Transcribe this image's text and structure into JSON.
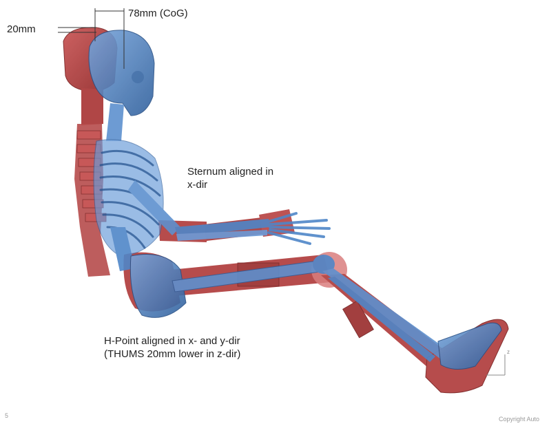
{
  "annotations": {
    "head_offset": "20mm",
    "cog_offset": "78mm (CoG)",
    "sternum_line1": "Sternum aligned in",
    "sternum_line2": "x-dir",
    "hpoint_line1": "H-Point aligned in x- and y-dir",
    "hpoint_line2": "(THUMS 20mm lower in z-dir)"
  },
  "footer": {
    "page_number": "5",
    "copyright": "Copyright Auto"
  },
  "axes_glyph": {
    "z_label": "z"
  },
  "colors": {
    "model_red": "#b83a3a",
    "model_red_dark": "#8e2424",
    "skeleton_blue": "#4f86c8",
    "skeleton_blue_dark": "#2f5f9c"
  }
}
